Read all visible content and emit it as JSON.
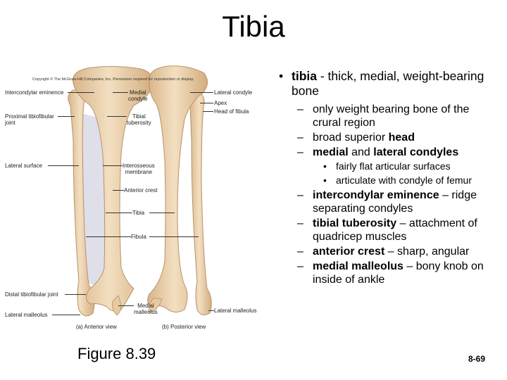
{
  "title": "Tibia",
  "figure": {
    "copyright": "Copyright © The McGraw-Hill Companies, Inc. Permission required for reproduction or display.",
    "labels": {
      "intercondylar_eminence": "Intercondylar eminence",
      "medial_condyle": "Medial\ncondyle",
      "lateral_condyle": "Lateral condyle",
      "apex": "Apex",
      "head_of_fibula": "Head of fibula",
      "proximal_tibiofibular_joint": "Proximal tibiofibular\njoint",
      "tibial_tuberosity": "Tibial\ntuberosity",
      "lateral_surface": "Lateral surface",
      "interosseous_membrane": "Interosseous\nmembrane",
      "anterior_crest": "Anterior crest",
      "tibia": "Tibia",
      "fibula": "Fibula",
      "distal_tibiofibular_joint": "Distal tibiofibular joint",
      "medial_malleolus": "Medial\nmalleolus",
      "lateral_malleolus_left": "Lateral malleolus",
      "lateral_malleolus_right": "Lateral malleolus"
    },
    "caption_a": "(a) Anterior view",
    "caption_b": "(b) Posterior view",
    "figure_label": "Figure 8.39"
  },
  "notes": {
    "main": {
      "term": "tibia",
      "rest": " - thick, medial, weight-bearing bone"
    },
    "items": [
      {
        "bold": "",
        "text": "only weight bearing bone of the crural region"
      },
      {
        "pre": "broad superior ",
        "bold": "head",
        "text": ""
      },
      {
        "bold": "medial",
        "mid": " and ",
        "bold2": "lateral condyles",
        "text": ""
      }
    ],
    "sub": [
      "fairly flat articular surfaces",
      "articulate with condyle of femur"
    ],
    "items2": [
      {
        "bold": "intercondylar eminence",
        "text": " – ridge separating condyles"
      },
      {
        "bold": "tibial tuberosity",
        "text": " – attachment of quadricep muscles"
      },
      {
        "bold": "anterior crest",
        "text": " – sharp, angular"
      },
      {
        "bold": "medial malleolus",
        "text": " – bony knob on inside of ankle"
      }
    ],
    "dash": "–",
    "bullet": "•",
    "subbullet": "•"
  },
  "page_number": "8-69",
  "colors": {
    "bone": "#ecd2ad",
    "bone_shade": "#d4ae80",
    "membrane": "#dcdce8"
  }
}
